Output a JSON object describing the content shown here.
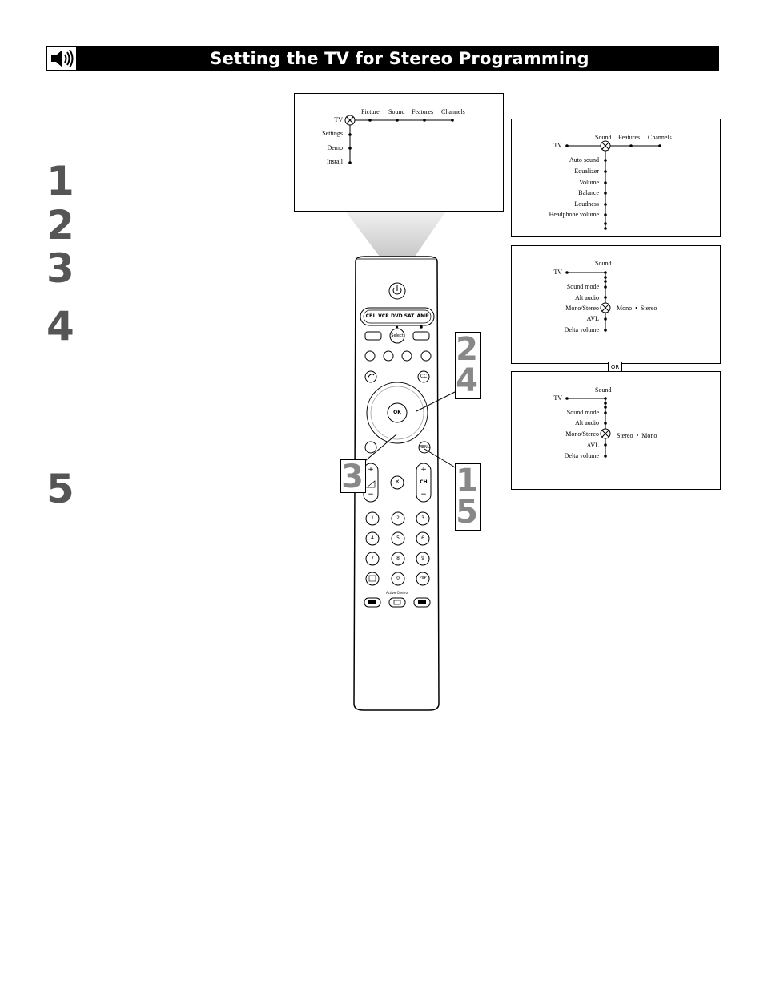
{
  "header": {
    "title": "Setting the TV for Stereo Programming",
    "icon": "speaker-icon"
  },
  "steps": [
    "1",
    "2",
    "3",
    "4",
    "5"
  ],
  "menu_main": {
    "top_items": [
      "Picture",
      "Sound",
      "Features",
      "Channels"
    ],
    "root": "TV",
    "side_items": [
      "Settings",
      "Demo",
      "Install"
    ]
  },
  "menu_sound": {
    "top_items": [
      "Sound",
      "Features",
      "Channels"
    ],
    "root": "TV",
    "items": [
      "Auto sound",
      "Equalizer",
      "Volume",
      "Balance",
      "Loudness",
      "Headphone volume"
    ]
  },
  "menu_mono": {
    "heading": "Sound",
    "root": "TV",
    "items": [
      "Sound mode",
      "Alt audio",
      "Mono/Stereo",
      "AVL",
      "Delta volume"
    ],
    "options": "Mono  •  Stereo"
  },
  "or_label": "OR",
  "menu_stereo": {
    "heading": "Sound",
    "root": "TV",
    "items": [
      "Sound mode",
      "Alt audio",
      "Mono/Stereo",
      "AVL",
      "Delta volume"
    ],
    "options": "Stereo  •  Mono"
  },
  "remote": {
    "source_keys": [
      "CBL",
      "VCR",
      "DVD",
      "SAT",
      "AMP"
    ],
    "select": "Select",
    "cc": "CC",
    "ok": "OK",
    "menu": "MENU",
    "ch": "CH",
    "digits": [
      "1",
      "2",
      "3",
      "4",
      "5",
      "6",
      "7",
      "8",
      "9",
      "0"
    ],
    "pip": "PxP",
    "active_control": "Active Control"
  },
  "callouts": {
    "right_top": [
      "2",
      "4"
    ],
    "left": "3",
    "right_bottom": [
      "1",
      "5"
    ]
  }
}
